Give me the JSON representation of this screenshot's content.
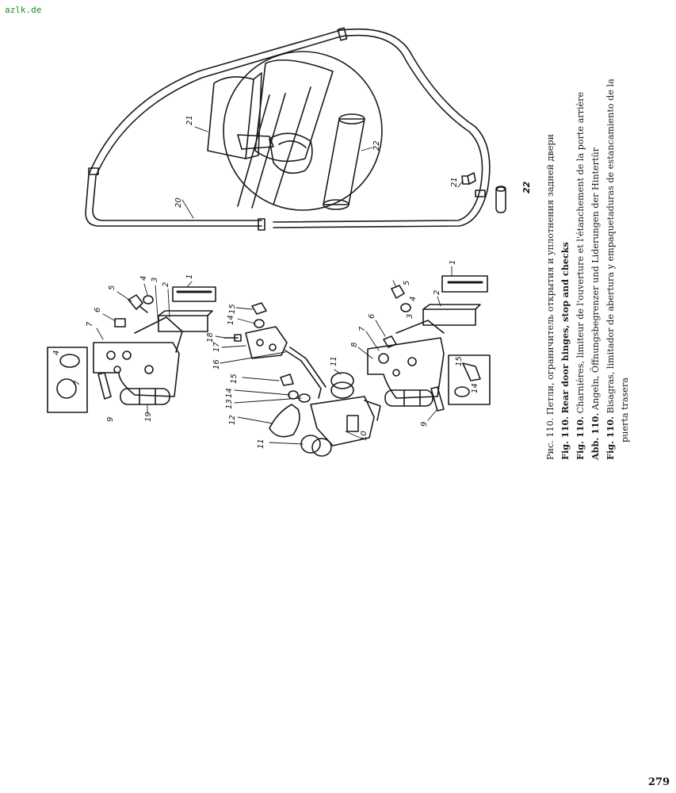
{
  "site_mark": "azlk.de",
  "page_number": "279",
  "callouts": {
    "n1": "1",
    "n2": "2",
    "n3": "3",
    "n4": "4",
    "n5": "5",
    "n6": "6",
    "n7": "7",
    "n8": "8",
    "n9": "9",
    "n10": "10",
    "n11": "11",
    "n12": "12",
    "n13": "13",
    "n14": "14",
    "n15": "15",
    "n16": "16",
    "n17": "17",
    "n18": "18",
    "n19": "19",
    "n20": "20",
    "n21": "21",
    "n22": "22"
  },
  "caption": {
    "ru": "Рис. 110. Петли, ограничитель открытия и уплотнения задней двери",
    "en_prefix": "Fig. 110.",
    "en_text": "Rear door hinges, stop and checks",
    "fr_prefix": "Fig. 110.",
    "fr_text": "Charnières, limiteur de l'ouverture et l'étanchement de la porte arrière",
    "de_prefix": "Abb. 110.",
    "de_text": "Angeln, Öffnungsbegrenzer und Liderungen der Hintertür",
    "es_prefix": "Fig. 110.",
    "es_text": "Bisagras, limitador de abertura y empaquetaduras de estancamiento de la",
    "es_text_cont": "puerta trasera"
  }
}
